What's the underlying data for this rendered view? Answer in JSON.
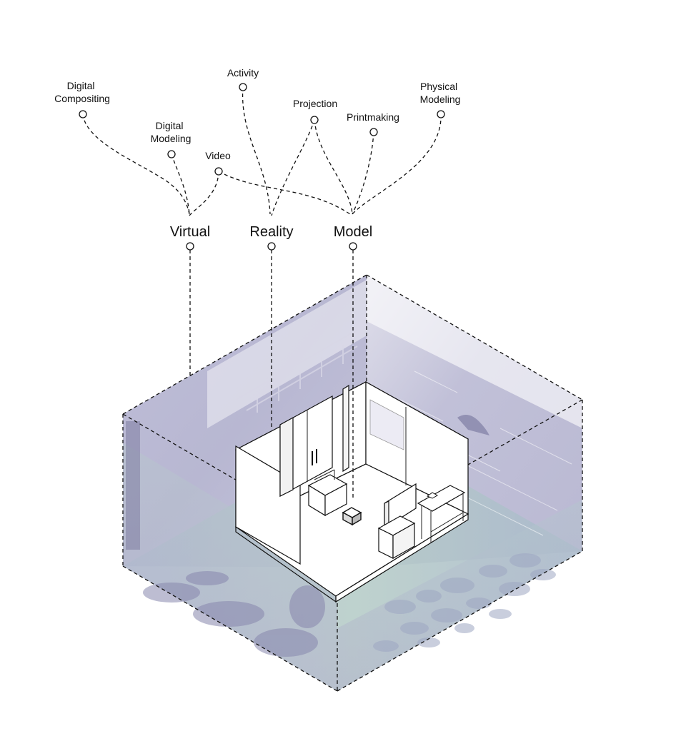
{
  "inputs": [
    {
      "id": "digital-compositing",
      "lines": [
        "Digital",
        "Compositing"
      ]
    },
    {
      "id": "digital-modeling",
      "lines": [
        "Digital",
        "Modeling"
      ]
    },
    {
      "id": "video",
      "lines": [
        "Video"
      ]
    },
    {
      "id": "activity",
      "lines": [
        "Activity"
      ]
    },
    {
      "id": "projection",
      "lines": [
        "Projection"
      ]
    },
    {
      "id": "printmaking",
      "lines": [
        "Printmaking"
      ]
    },
    {
      "id": "physical-modeling",
      "lines": [
        "Physical",
        "Modeling"
      ]
    }
  ],
  "categories": [
    {
      "id": "virtual",
      "label": "Virtual"
    },
    {
      "id": "reality",
      "label": "Reality"
    },
    {
      "id": "model",
      "label": "Model"
    }
  ],
  "colors": {
    "line": "#111111",
    "image_tint_purple": "#a7a6c8",
    "image_tint_green": "#b5cfc6",
    "image_tint_dark": "#8f8fb3",
    "background": "#ffffff"
  }
}
